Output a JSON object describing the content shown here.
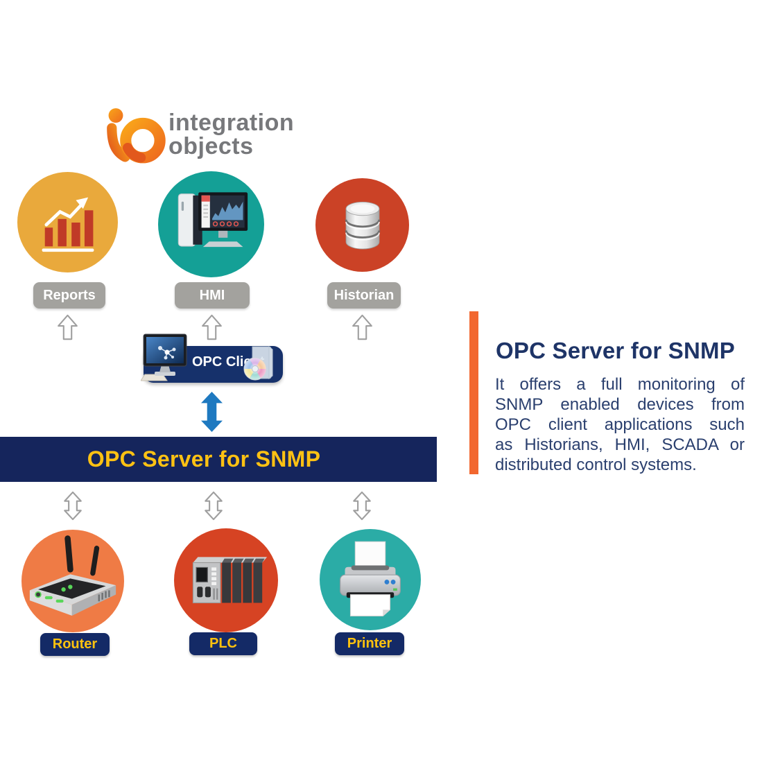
{
  "logo": {
    "mark": "io",
    "line1": "integration",
    "line2": "objects",
    "mark_color": "#F6921E",
    "text_color": "#77787B"
  },
  "top_row": {
    "nodes": [
      {
        "label": "Reports",
        "circle_color": "#E9A93C",
        "icon": "bar-chart-icon"
      },
      {
        "label": "HMI",
        "circle_color": "#14A096",
        "icon": "hmi-workstation-icon"
      },
      {
        "label": "Historian",
        "circle_color": "#CB4226",
        "icon": "database-icon"
      }
    ],
    "label_bg": "#A3A29E"
  },
  "opc_client": {
    "label": "OPC Client",
    "bg": "#16316B"
  },
  "server_banner": {
    "label": "OPC Server for SNMP",
    "bg": "#15255C",
    "text_color": "#FFC213"
  },
  "bottom_row": {
    "nodes": [
      {
        "label": "Router",
        "circle_color": "#EF7B45",
        "icon": "router-icon"
      },
      {
        "label": "PLC",
        "circle_color": "#D64323",
        "icon": "plc-icon"
      },
      {
        "label": "Printer",
        "circle_color": "#2BACA6",
        "icon": "printer-icon"
      }
    ],
    "label_bg": "#142A66",
    "label_text_color": "#FFC20E"
  },
  "side_panel": {
    "accent_color": "#F2672F",
    "title": "OPC Server for SNMP",
    "title_color": "#1E3467",
    "body": "It offers a full monitoring of SNMP enabled devices from OPC client applications such as Historians, HMI, SCADA or distributed control systems.",
    "body_lines": [
      "It offers a full monitoring of",
      "SNMP enabled devices from",
      "OPC client applications such",
      "as Historians, HMI, SCADA or",
      "distributed control systems."
    ]
  }
}
